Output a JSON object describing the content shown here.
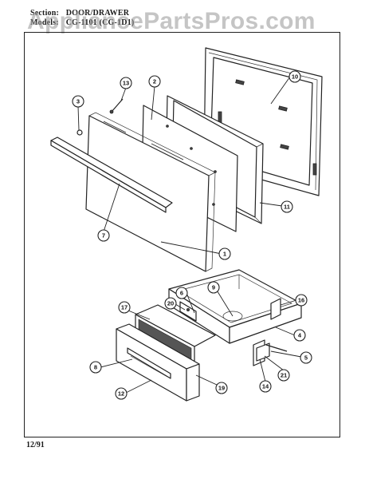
{
  "header": {
    "section_label": "Section:",
    "section_value": "DOOR/DRAWER",
    "models_label": "Models:",
    "models_value": "CG-1101 (CG-1D1)"
  },
  "watermark": "AppliancePartsPros.com",
  "footer": {
    "date": "12/91"
  },
  "callouts": [
    {
      "id": "c1",
      "label": "1"
    },
    {
      "id": "c2",
      "label": "2"
    },
    {
      "id": "c3",
      "label": "3"
    },
    {
      "id": "c4",
      "label": "4"
    },
    {
      "id": "c5",
      "label": "5"
    },
    {
      "id": "c6",
      "label": "6"
    },
    {
      "id": "c7",
      "label": "7"
    },
    {
      "id": "c8",
      "label": "8"
    },
    {
      "id": "c9",
      "label": "9"
    },
    {
      "id": "c10",
      "label": "10"
    },
    {
      "id": "c11",
      "label": "11"
    },
    {
      "id": "c12",
      "label": "12"
    },
    {
      "id": "c13",
      "label": "13"
    },
    {
      "id": "c14",
      "label": "14"
    },
    {
      "id": "c16",
      "label": "16"
    },
    {
      "id": "c17",
      "label": "17"
    },
    {
      "id": "c19",
      "label": "19"
    },
    {
      "id": "c20",
      "label": "20"
    },
    {
      "id": "c21",
      "label": "21"
    }
  ]
}
